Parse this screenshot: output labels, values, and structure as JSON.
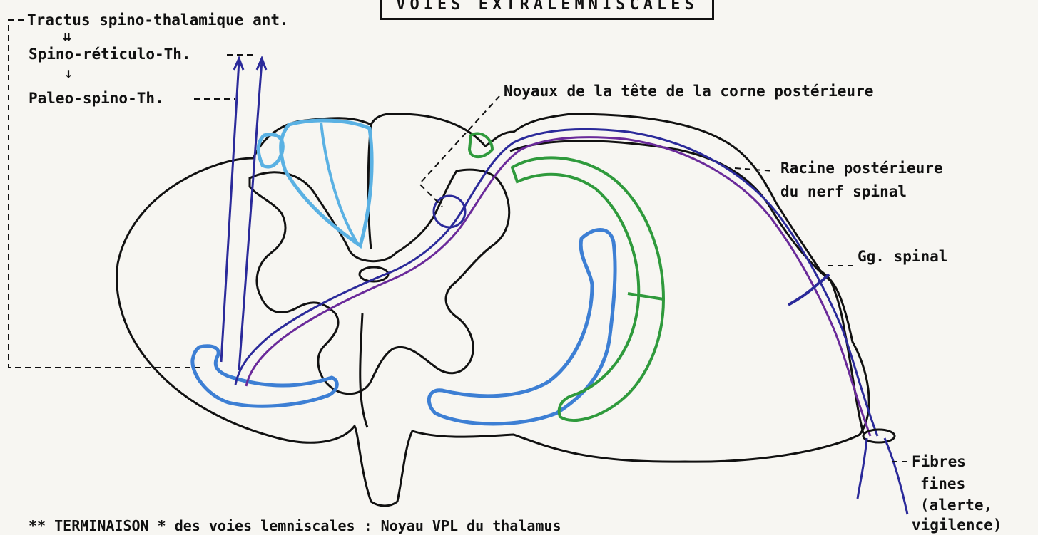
{
  "title": "VOIES EXTRALEMNISCALES",
  "labels": {
    "tractus": "Tractus spino-thalamique ant.",
    "arrow_double": "⇊",
    "spino_reticulo": "Spino-réticulo-Th.",
    "arrow_single": "↓",
    "paleo": "Paleo-spino-Th.",
    "noyaux": "Noyaux de la tête de la corne postérieure",
    "racine_1": "Racine postérieure",
    "racine_2": "du nerf spinal",
    "gg": "Gg. spinal",
    "fibres_1": "Fibres",
    "fibres_2": "fines",
    "fibres_3": "(alerte,",
    "fibres_4": "vigilence)",
    "footer": "**  TERMINAISON   * des voies lemniscales : Noyau VPL du thalamus"
  },
  "colors": {
    "ink": "#111111",
    "light_blue": "#5ab1e3",
    "mid_blue": "#3d7fd4",
    "navy": "#2b2a9a",
    "purple": "#6a2a9a",
    "green": "#2f9a3c"
  }
}
